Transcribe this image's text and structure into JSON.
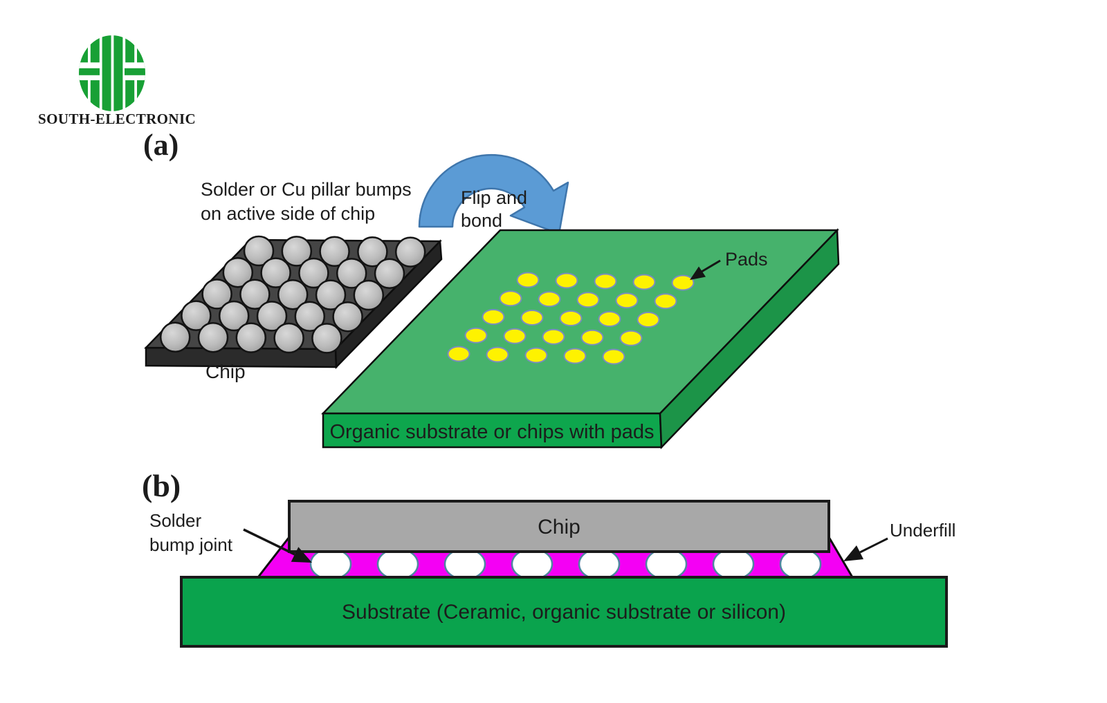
{
  "brand": {
    "name": "SOUTH-ELECTRONIC"
  },
  "panel_a": {
    "label": "(a)",
    "bumps_caption_line1": "Solder or Cu pillar bumps",
    "bumps_caption_line2": "on active side of chip",
    "chip_label": "Chip",
    "flip_caption_line1": "Flip and",
    "flip_caption_line2": "bond",
    "pads_label": "Pads",
    "substrate_caption": "Organic substrate or chips with pads",
    "chip_bump_grid": {
      "rows": 5,
      "cols": 5
    },
    "pad_grid": {
      "rows": 5,
      "cols": 5
    }
  },
  "panel_b": {
    "label": "(b)",
    "chip_label": "Chip",
    "solder_joint_line1": "Solder",
    "solder_joint_line2": "bump joint",
    "underfill_label": "Underfill",
    "substrate_caption": "Substrate (Ceramic, organic substrate or silicon)",
    "bump_count": 8
  },
  "colors": {
    "logo_green": "#18a035",
    "arrow_blue": "#5b9bd5",
    "arrow_blue_stroke": "#3f76ac",
    "chip_dark_top": "#454545",
    "chip_dark_front": "#2b2b2b",
    "chip_dark_side": "#232323",
    "bump_gray_light": "#d8d8d8",
    "bump_gray_mid": "#bcbcbc",
    "bump_gray_dark": "#9d9d9d",
    "slab_top": "#46b26c",
    "slab_front": "#0ea64d",
    "slab_side": "#1c9448",
    "pad_fill": "#fef200",
    "pad_stroke": "#7b8cc0",
    "chip_b_fill": "#a8a8a8",
    "underfill_magenta": "#f400f4",
    "bump_white": "#ffffff",
    "bump_b_stroke": "#4e86a0",
    "substrate_green": "#0aa34d",
    "ink": "#1a1a1a"
  }
}
